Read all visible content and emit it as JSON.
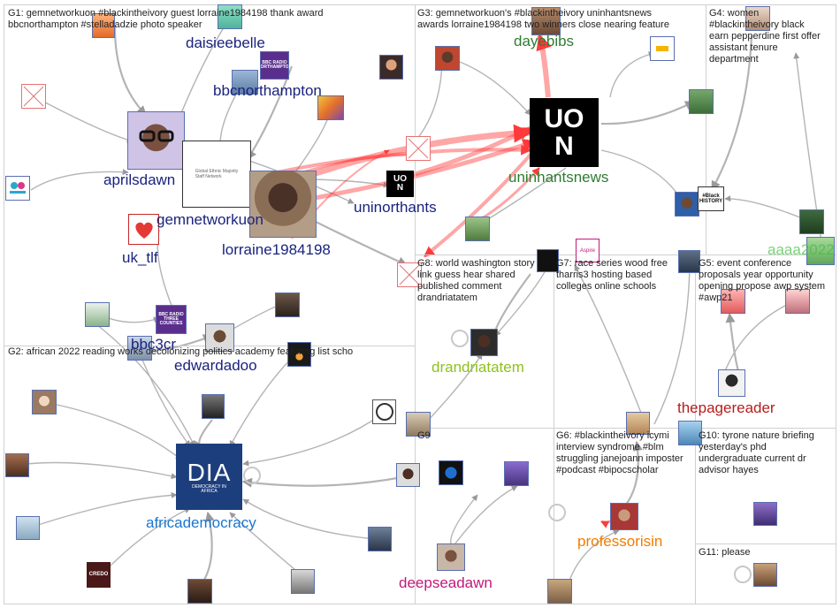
{
  "group_titles": {
    "g1": "G1: gemnetworkuon #blackintheivory guest lorraine1984198 thank award\nbbcnorthampton #stelladadzie photo speaker",
    "g2": "G2: african 2022 reading works decolonizing politics academy featuring list scho",
    "g3": "G3: gemnetworkuon's #blackintheivory uninhantsnews\nawards lorraine1984198 two winners close nearing feature",
    "g4": "G4: women\n#blackintheivory black\nearn pepperdine first offer\nassistant tenure\ndepartment",
    "g5": "G5: event conference\nproposals year opportunity\nopening propose awp system\n#awp21",
    "g6": "G6: #blackintheivory icymi\ninterview syndrome #blm\nstruggling janejoann imposter\n#podcast #bipocscholar",
    "g7": "G7: race series wood free\ntharris3 hosting based\ncolleges online schools",
    "g8": "G8: world washington story\nlink guess hear shared\npublished comment\ndrandriatatem",
    "g9": "G9",
    "g10": "G10: tyrone nature briefing\nyesterday's phd\nundergraduate current dr\nadvisor hayes",
    "g11": "G11: please"
  },
  "labels": {
    "daisieebelle": "daisieebelle",
    "bbcnorthampton": "bbcnorthampton",
    "aprilsdawn": "aprilsdawn",
    "gemnetworkuon": "gemnetworkuon",
    "uk_tlf": "uk_tlf",
    "lorraine1984198": "lorraine1984198",
    "uninorthants": "uninorthants",
    "bbc3cr": "bbc3cr",
    "edwardadoo": "edwardadoo",
    "dayebibs": "dayebibs",
    "uninhantsnews": "uninhantsnews",
    "drandriatatem": "drandriatatem",
    "africademocracy": "africademocracy",
    "deepseadawn": "deepseadawn",
    "professorisin": "professorisin",
    "thepagereader": "thepagereader",
    "g5_overlap": "aaaa2022"
  },
  "node_text": {
    "uon_big": "UO\nN",
    "uon_small": "UO\nN",
    "dia": "DIA",
    "dia_sub": "DEMOCRACY IN\nAFRICA",
    "bbc_nh": "BBC RADIO\nNORTHAMPTON",
    "bbc_3cr": "BBC RADIO\nTHREE COUNTIES",
    "credo": "CREDO",
    "black_hist": "#Black\nHISTORY",
    "aspire": "Aspire",
    "gem_small": "Global Ethnic Majority\nStaff Network"
  },
  "colors": {
    "edge": "#b4b4b4",
    "edge_strong": "#9a9a9a",
    "edge_red": "#ff3a3a",
    "navy": "#1a237e",
    "green": "#2e7d32",
    "blue": "#1976d2",
    "lime": "#8dc21f",
    "magenta": "#c2187a",
    "orange": "#ef7d00",
    "darkred": "#b71c1c",
    "g5_green": "#3fbf3f"
  }
}
